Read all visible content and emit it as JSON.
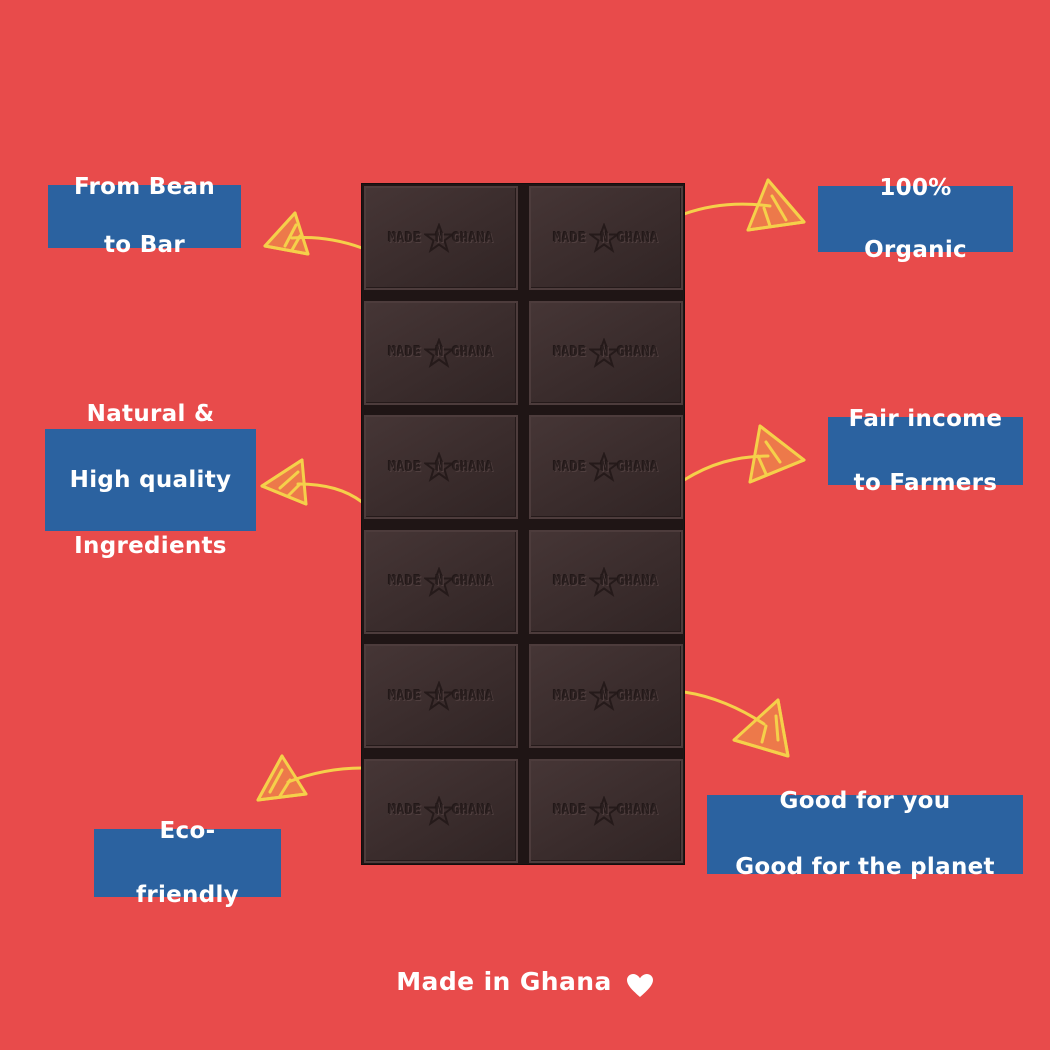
{
  "labels": {
    "bean_to_bar": [
      "From Bean",
      "to Bar"
    ],
    "organic": [
      "100%",
      "Organic"
    ],
    "natural": [
      "Natural &",
      "High quality",
      "Ingredients"
    ],
    "fair_income": [
      "Fair income",
      "to Farmers"
    ],
    "eco": [
      "Eco-",
      "friendly"
    ],
    "good": [
      "Good for you",
      "Good for the planet"
    ]
  },
  "bar": {
    "embossed_text_left": "MADE",
    "embossed_text_middle": "N",
    "embossed_text_right": "GHANA",
    "emblem_icon": "star-icon"
  },
  "footer": {
    "text": "Made in Ghana",
    "icon": "heart-icon"
  },
  "colors": {
    "background": "#e84b4b",
    "label_box": "#2b62a0",
    "arrow": "#f5d04a",
    "chocolate": "#3a2c2c"
  }
}
